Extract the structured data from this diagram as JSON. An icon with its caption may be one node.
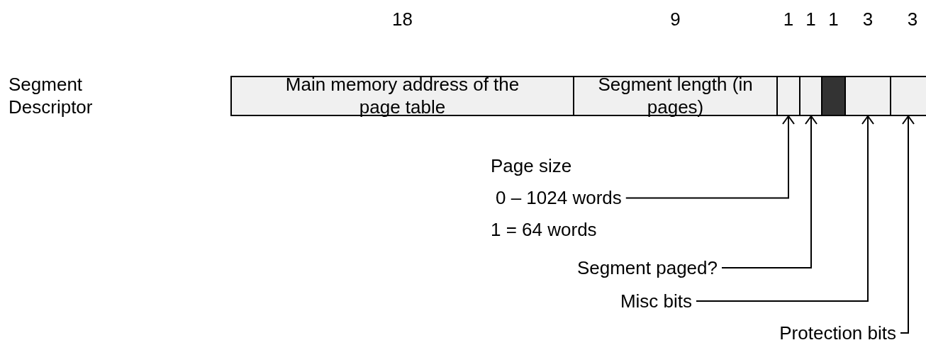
{
  "diagram": {
    "nodes": [
      {
        "text": [
          "Main memory address of the page table"
        ],
        "beside": [
          "18"
        ]
      },
      {
        "text": [
          "Segment length (in pages)"
        ],
        "beside": [
          "9"
        ]
      },
      {
        "text": [],
        "shape": "box",
        "beside": [
          "1"
        ]
      },
      {
        "text": [],
        "shape": "box",
        "beside": [
          "1"
        ]
      },
      {
        "text": [],
        "shape": "box",
        "beside": [
          "1"
        ]
      },
      {
        "text": [],
        "shape": "box",
        "beside": [
          "3"
        ]
      },
      {
        "text": [],
        "shape": "box",
        "beside": [
          "3"
        ]
      },
      {
        "text": [
          "Page size",
          "0 – 1024 words",
          "1 = 64 words"
        ]
      },
      {
        "text": [
          "Segment paged?"
        ]
      },
      {
        "text": [
          "Misc bits"
        ]
      },
      {
        "text": [
          "Protection bits"
        ]
      }
    ],
    "edges": [
      {
        "from": 7,
        "to": 2,
        "arrow": "to"
      },
      {
        "from": 8,
        "to": 3,
        "arrow": "to"
      },
      {
        "from": 9,
        "to": 5,
        "arrow": "to"
      },
      {
        "from": 10,
        "to": 6,
        "arrow": "to"
      }
    ],
    "labels": [
      "Segment Descriptor"
    ]
  }
}
